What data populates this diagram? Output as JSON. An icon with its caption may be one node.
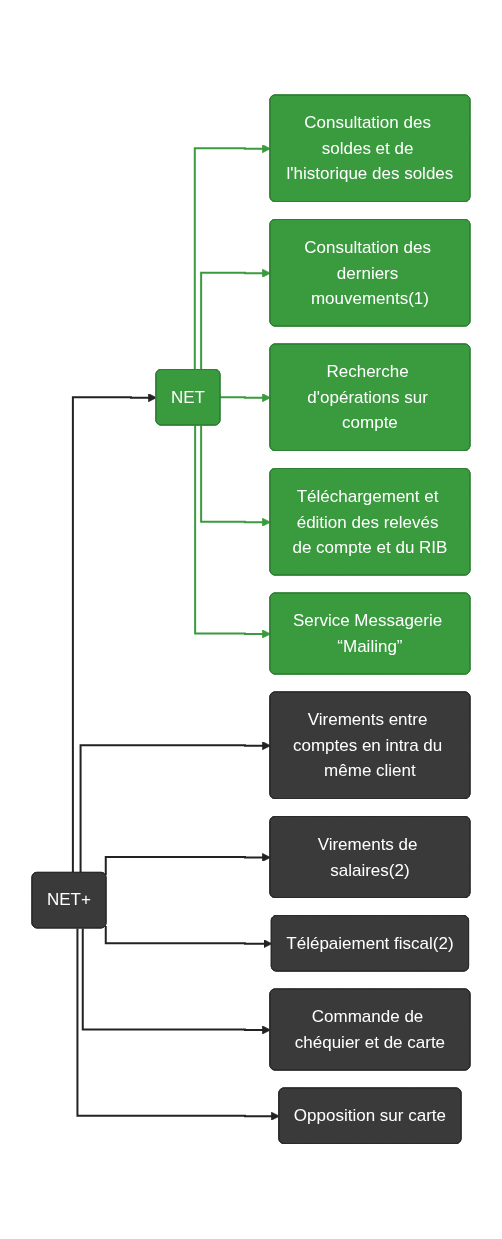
{
  "diagram": {
    "nodes": [
      {
        "text": [
          "NET+"
        ]
      },
      {
        "text": [
          "NET"
        ]
      },
      {
        "text": [
          "Consultation des soldes et de l'historique des soldes"
        ]
      },
      {
        "text": [
          "Consultation des derniers mouvements(1)"
        ]
      },
      {
        "text": [
          "Recherche d'opérations sur compte"
        ]
      },
      {
        "text": [
          "Téléchargement et édition des relevés de compte et du RIB"
        ]
      },
      {
        "text": [
          "Service Messagerie “Mailing”"
        ]
      },
      {
        "text": [
          "Virements entre comptes en intra du même client"
        ]
      },
      {
        "text": [
          "Virements de salaires(2)"
        ]
      },
      {
        "text": [
          "Télépaiement fiscal(2)"
        ]
      },
      {
        "text": [
          "Commande de chéquier et de carte"
        ]
      },
      {
        "text": [
          "Opposition sur carte"
        ]
      }
    ],
    "edges": [
      {
        "from": 0,
        "to": 1,
        "arrow": "to"
      },
      {
        "from": 1,
        "to": 2,
        "arrow": "to",
        "color": "#3a9a3e"
      },
      {
        "from": 1,
        "to": 3,
        "arrow": "to",
        "color": "#3a9a3e"
      },
      {
        "from": 1,
        "to": 4,
        "arrow": "to",
        "color": "#3a9a3e"
      },
      {
        "from": 1,
        "to": 5,
        "arrow": "to",
        "color": "#3a9a3e"
      },
      {
        "from": 1,
        "to": 6,
        "arrow": "to",
        "color": "#3a9a3e"
      },
      {
        "from": 0,
        "to": 7,
        "arrow": "to"
      },
      {
        "from": 0,
        "to": 8,
        "arrow": "to"
      },
      {
        "from": 0,
        "to": 9,
        "arrow": "to"
      },
      {
        "from": 0,
        "to": 10,
        "arrow": "to"
      },
      {
        "from": 0,
        "to": 11,
        "arrow": "to"
      }
    ]
  }
}
